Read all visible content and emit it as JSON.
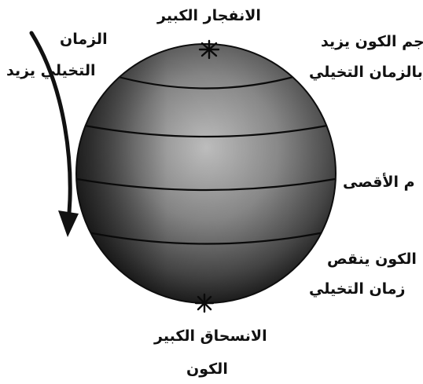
{
  "labels": {
    "big_bang": "الانفجار الكبير",
    "imaginary_time_left_line1": "الزمان",
    "imaginary_time_left_line2": "التخيلي يزيد",
    "size_increases_line1": "جم الكون يزيد",
    "size_increases_line2": "بالزمان التخيلي",
    "maximum": "م الأقصى",
    "size_decreases_line1": "الكون ينقص",
    "size_decreases_line2": "زمان التخيلي",
    "big_crunch": "الانسحاق الكبير",
    "universe": "الكون"
  },
  "colors": {
    "ink": "#111111",
    "sphere_light": "#b8b8b8",
    "sphere_mid": "#6a6a6a",
    "sphere_dark": "#1c1c1c",
    "background": "#ffffff"
  },
  "icons": {
    "north_pole": "star-burst-icon",
    "south_pole": "star-burst-icon",
    "direction": "curved-arrow-icon"
  }
}
